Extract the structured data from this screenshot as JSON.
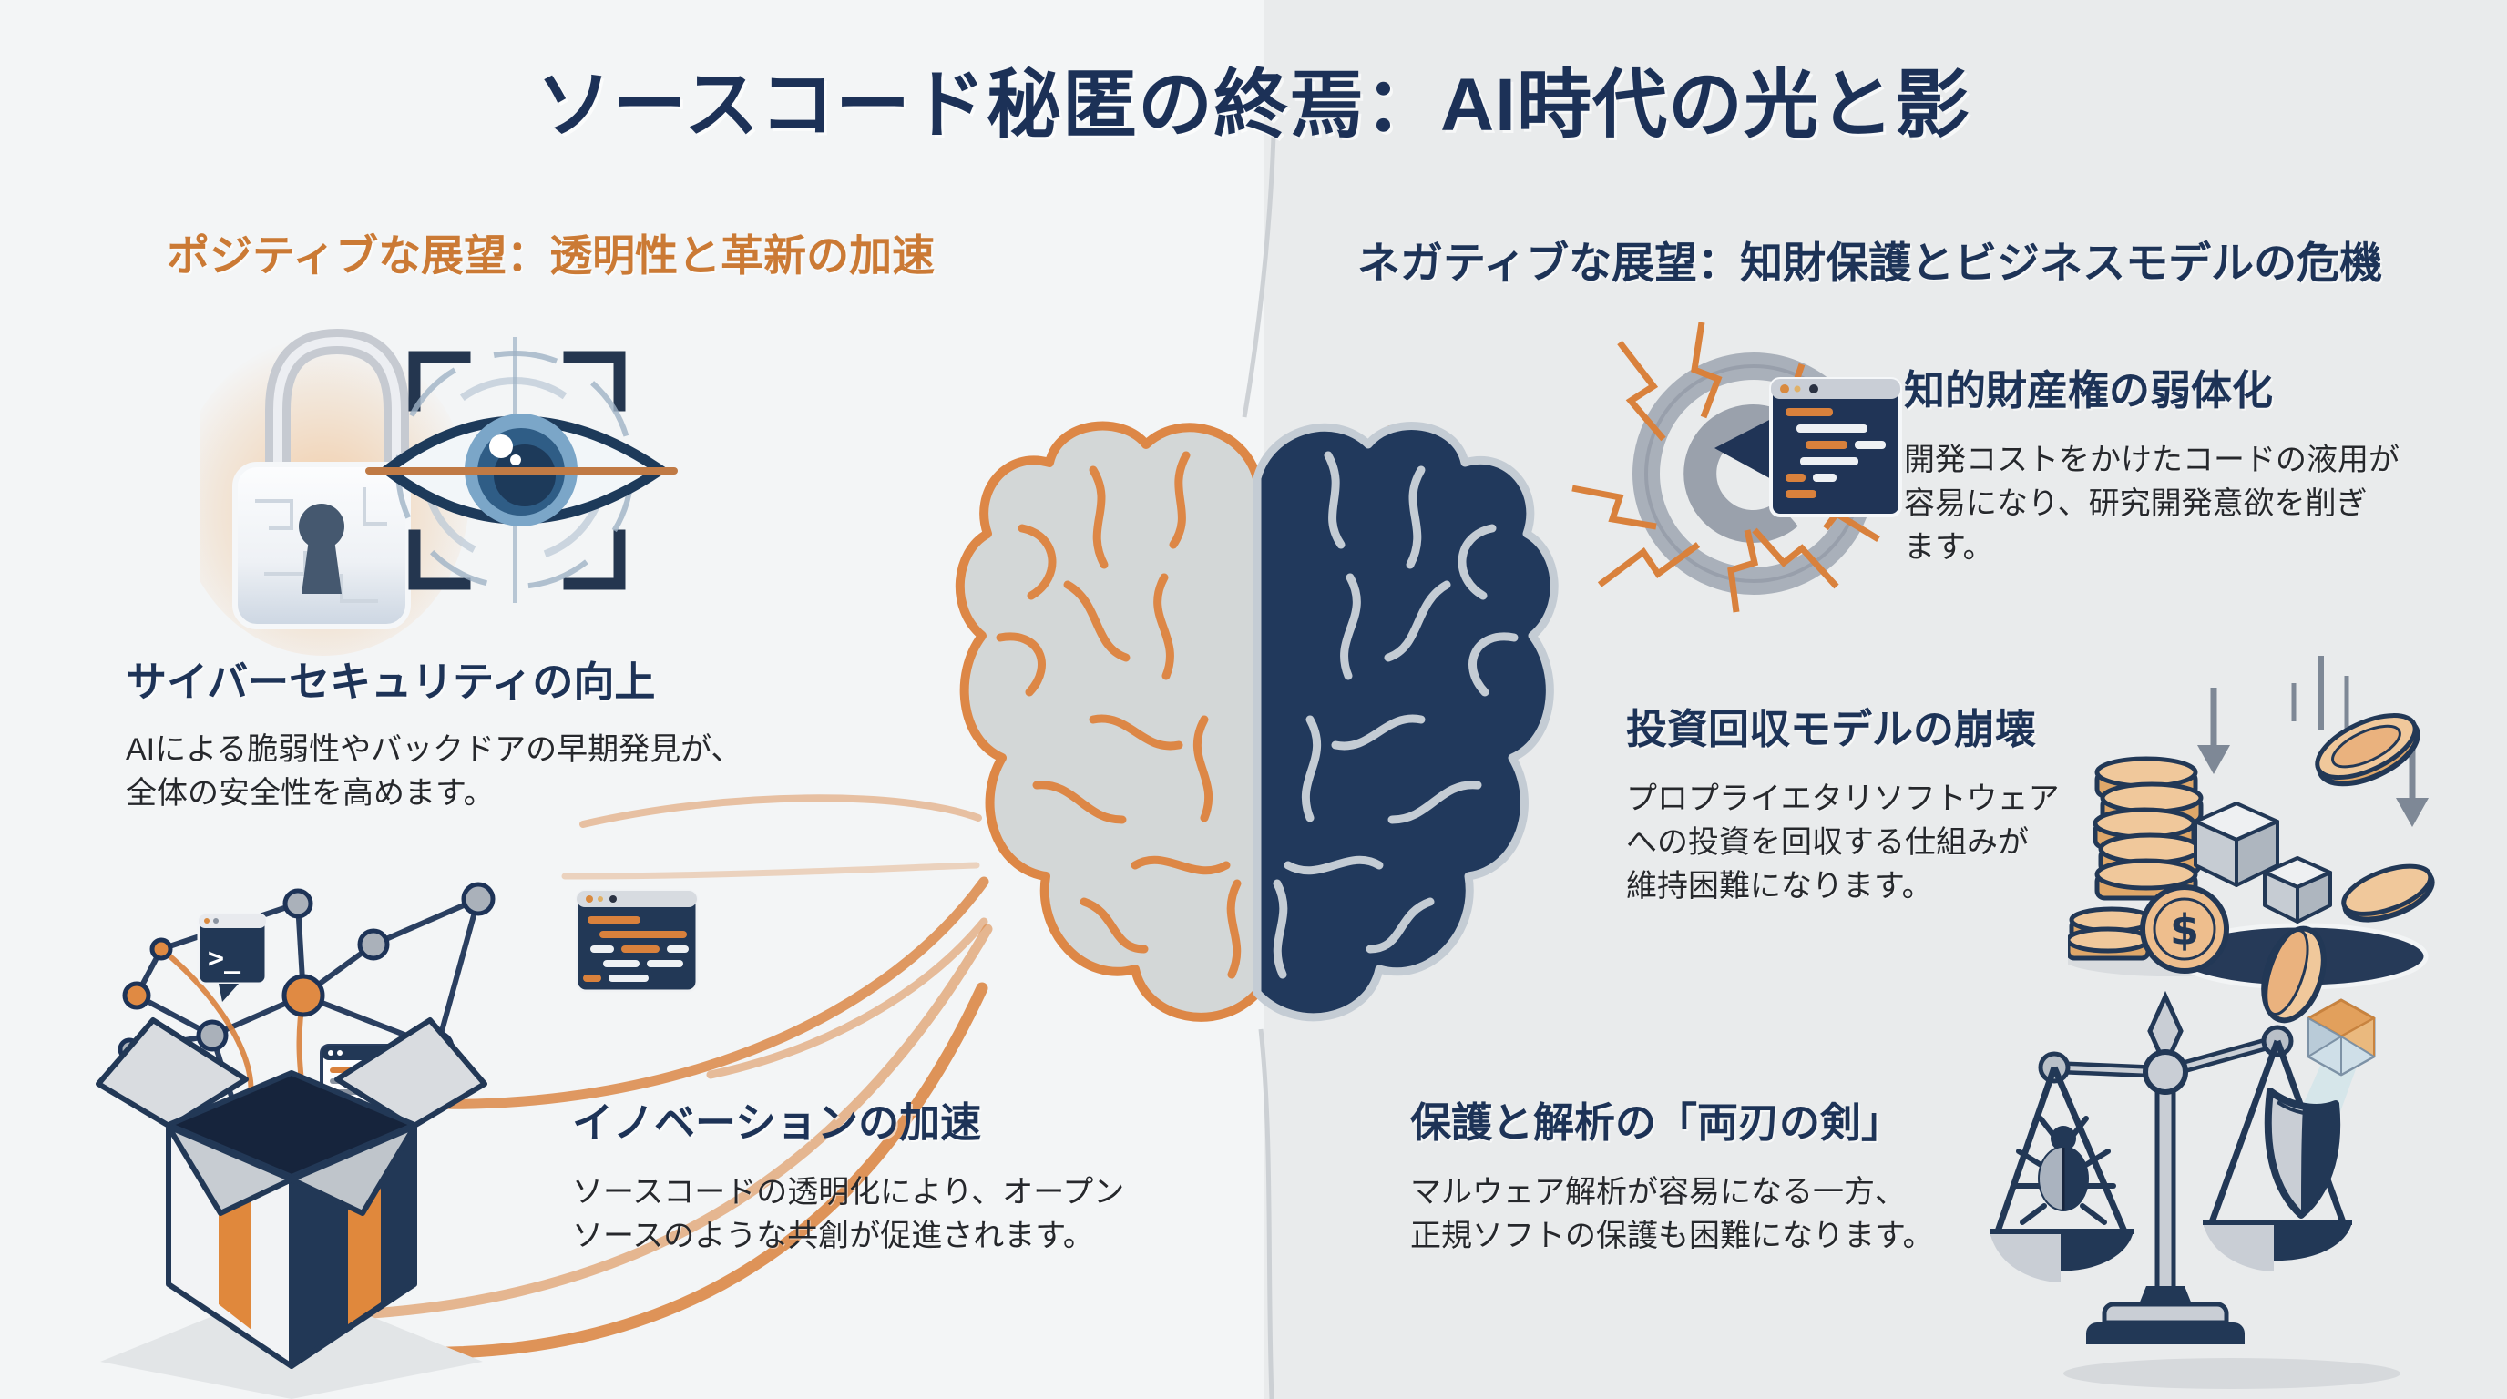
{
  "title": {
    "text": "ソースコード秘匿の終焉：AI時代の光と影",
    "color": "#1c3157"
  },
  "left_panel": {
    "heading": "ポジティブな展望：透明性と革新の加速",
    "heading_color": "#cb7a35",
    "sections": [
      {
        "id": "cybersecurity",
        "heading": "サイバーセキュリティの向上",
        "body": [
          "AIによる脆弱性やバックドアの早期発見が、",
          "全体の安全性を高めます。"
        ]
      },
      {
        "id": "innovation",
        "heading": "イノベーションの加速",
        "body": [
          "ソースコードの透明化により、オープン",
          "ソースのような共創が促進されます。"
        ]
      }
    ],
    "illustrations": [
      "padlock-icon",
      "eye-scan-icon",
      "network-graph",
      "open-source-box-icon",
      "terminal-icon",
      "code-window-icon",
      "browser-bubble-icon",
      "flow-lines"
    ]
  },
  "right_panel": {
    "heading": "ネガティブな展望：知財保護とビジネスモデルの危機",
    "heading_color": "#1d3357",
    "sections": [
      {
        "id": "ip-weakening",
        "heading": "知的財産権の弱体化",
        "body": [
          "開発コストをかけたコードの液用が",
          "容易になり、研究開発意欲を削ぎ",
          "ます。"
        ]
      },
      {
        "id": "investment-collapse",
        "heading": "投資回収モデルの崩壊",
        "body": [
          "プロプライエタリソフトウェア",
          "への投資を回収する仕組みが",
          "維持困難になります。"
        ]
      },
      {
        "id": "double-edged-sword",
        "heading": "保護と解析の「両刃の剣」",
        "body": [
          "マルウェア解析が容易になる一方、",
          "正規ソフトの保護も困難になります。"
        ]
      }
    ],
    "illustrations": [
      "copyright-crack-icon",
      "code-window-icon",
      "coin-stack-icon",
      "dollar-coin-icon",
      "hole-icon",
      "balance-scale-icon",
      "bug-icon",
      "shield-icon",
      "polyhedron-icon"
    ]
  },
  "center": {
    "illustration": "split-brain-icon",
    "left_half_fill": "#d3d7d7",
    "left_half_outline": "#dd8746",
    "right_half_fill": "#21395c",
    "right_half_outline": "#c4ccd4"
  },
  "dollar_symbol": "$",
  "terminal_prompt": ">_",
  "palette": {
    "background_left": "#f3f5f6",
    "background_right": "#e9ebec",
    "navy": "#1d3357",
    "orange": "#d9813c",
    "body_text": "#26282c",
    "silver": "#c9ced5",
    "coin_tan": "#f0c89b"
  }
}
